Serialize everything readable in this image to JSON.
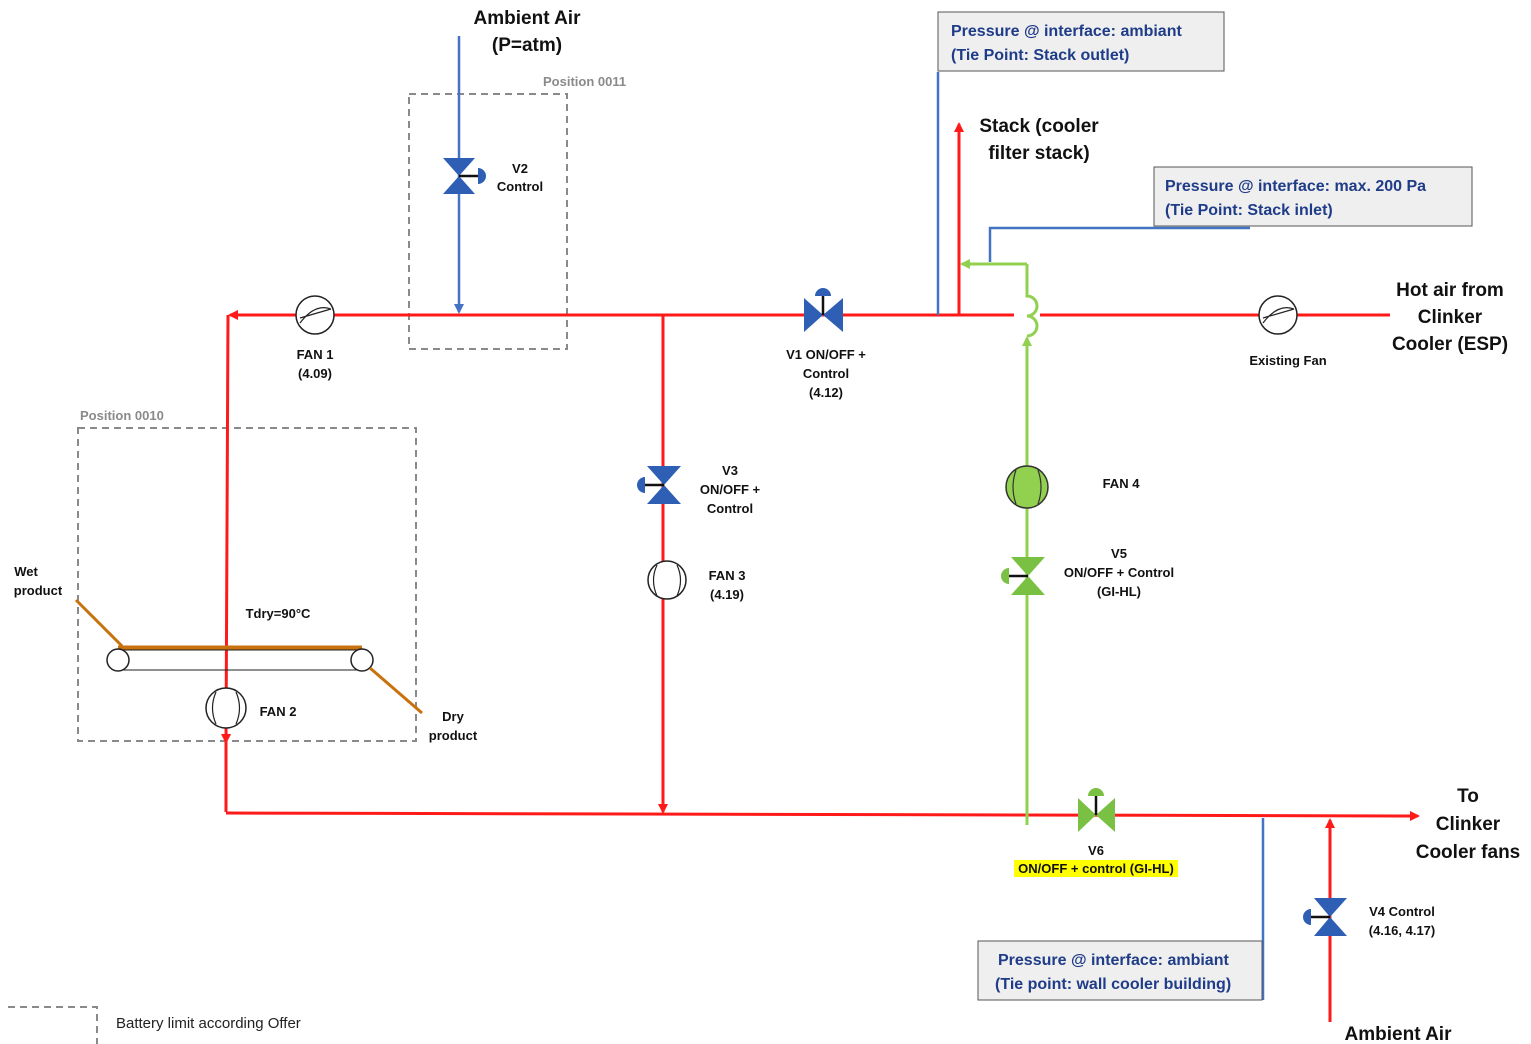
{
  "colors": {
    "hot_air": "#ff1a1a",
    "ambient": "#4472c4",
    "green_line": "#92d050",
    "conveyor": "#c8720f",
    "boundary": "#8a8a8a",
    "valve_blue": "#2e5fb5",
    "valve_green": "#7ac143",
    "highlight": "#ffff00",
    "note_fill": "#efefef"
  },
  "labels": {
    "ambient_air_top_1": "Ambient Air",
    "ambient_air_top_2": "(P=atm)",
    "position_0011": "Position 0011",
    "position_0010": "Position 0010",
    "v2_1": "V2",
    "v2_2": "Control",
    "fan1_1": "FAN 1",
    "fan1_2": "(4.09)",
    "v1_1": "V1 ON/OFF +",
    "v1_2": "Control",
    "v1_3": "(4.12)",
    "v3_1": "V3",
    "v3_2": "ON/OFF +",
    "v3_3": "Control",
    "fan3_1": "FAN 3",
    "fan3_2": "(4.19)",
    "fan4": "FAN 4",
    "v5_1": "V5",
    "v5_2": "ON/OFF + Control",
    "v5_3": "(GI-HL)",
    "existing_fan": "Existing Fan",
    "hot_air_1": "Hot air from",
    "hot_air_2": "Clinker",
    "hot_air_3": "Cooler (ESP)",
    "stack_1": "Stack (cooler",
    "stack_2": "filter stack)",
    "wet_1": "Wet",
    "wet_2": "product",
    "dry_1": "Dry",
    "dry_2": "product",
    "tdry": "Tdry=90°C",
    "fan2": "FAN 2",
    "v6_1": "V6",
    "v6_2": "ON/OFF + control (GI-HL)",
    "to_clinker_1": "To",
    "to_clinker_2": "Clinker",
    "to_clinker_3": "Cooler fans",
    "v4_1": "V4 Control",
    "v4_2": "(4.16, 4.17)",
    "ambient_air_bottom": "Ambient Air",
    "legend": "Battery limit according Offer"
  },
  "notes": {
    "stack_outlet_1": "Pressure @ interface: ambiant",
    "stack_outlet_2": "(Tie Point: Stack outlet)",
    "stack_inlet_1": "Pressure @ interface: max. 200 Pa",
    "stack_inlet_2": "(Tie Point: Stack inlet)",
    "wall_1": "Pressure @ interface:  ambiant",
    "wall_2": "(Tie point: wall cooler building)"
  }
}
